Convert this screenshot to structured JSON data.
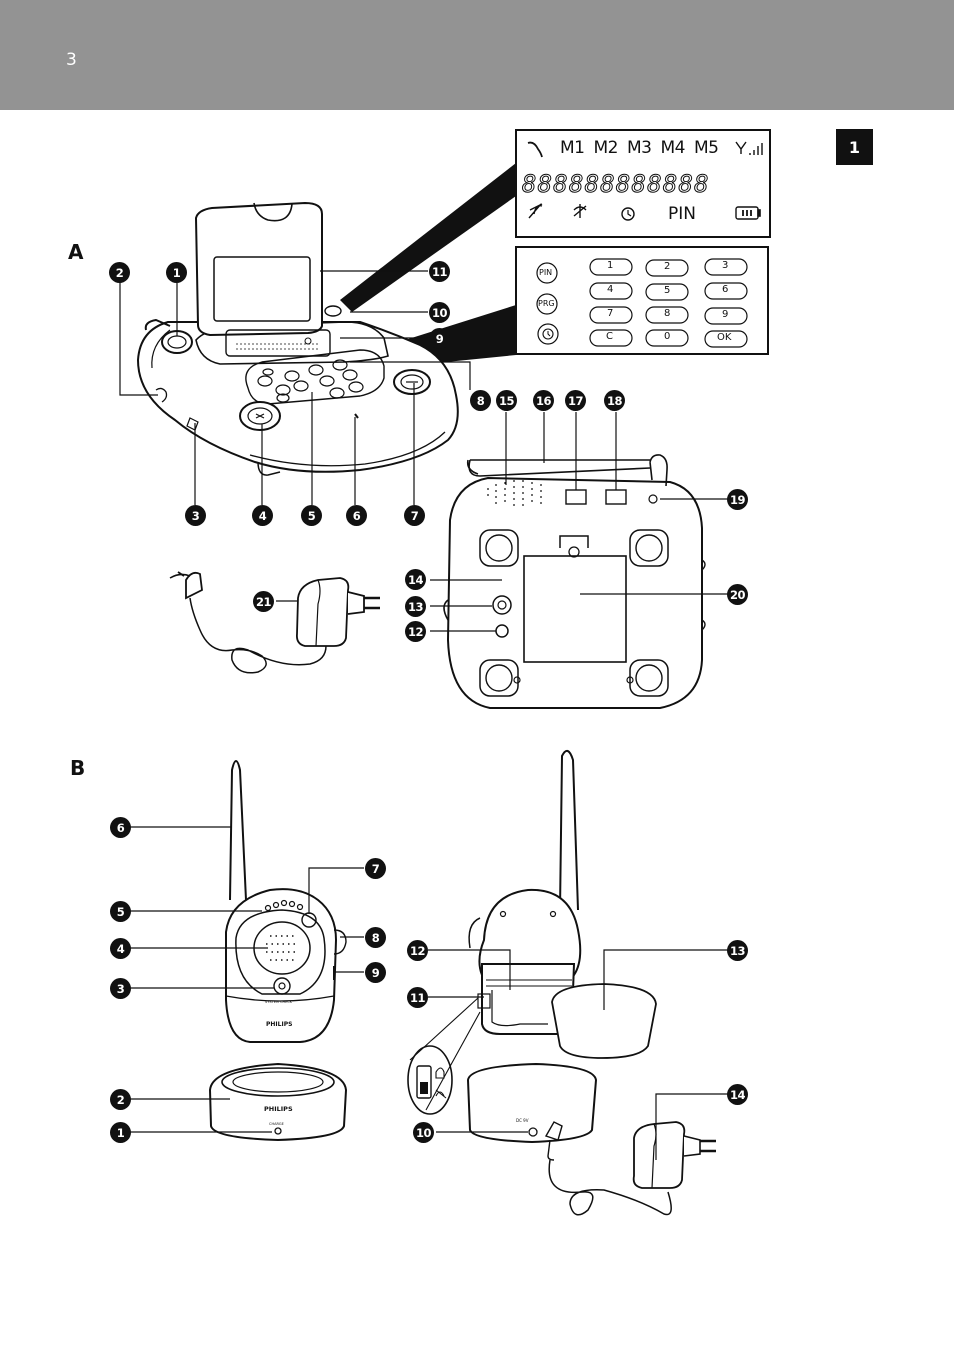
{
  "page": {
    "number": "3",
    "tab": "1"
  },
  "sections": {
    "a": "A",
    "b": "B"
  },
  "display": {
    "indicators": [
      "M1",
      "M2",
      "M3",
      "M4",
      "M5"
    ],
    "digits": "888888888888",
    "pin_label": "PIN"
  },
  "keypad": {
    "side_buttons": [
      "PIN",
      "PRG"
    ],
    "keys": [
      "1",
      "2",
      "3",
      "4",
      "5",
      "6",
      "7",
      "8",
      "9",
      "C",
      "0",
      "OK"
    ]
  },
  "brand": "PHILIPS",
  "small_labels": {
    "charger": "CHARGE",
    "system_check": "SYSTEM CHECK",
    "dc_in": "DC 9V"
  },
  "callouts_a": [
    "1",
    "2",
    "3",
    "4",
    "5",
    "6",
    "7",
    "8",
    "9",
    "10",
    "11",
    "12",
    "13",
    "14",
    "15",
    "16",
    "17",
    "18",
    "19",
    "20",
    "21"
  ],
  "callouts_b": [
    "1",
    "2",
    "3",
    "4",
    "5",
    "6",
    "7",
    "8",
    "9",
    "10",
    "11",
    "12",
    "13",
    "14"
  ]
}
